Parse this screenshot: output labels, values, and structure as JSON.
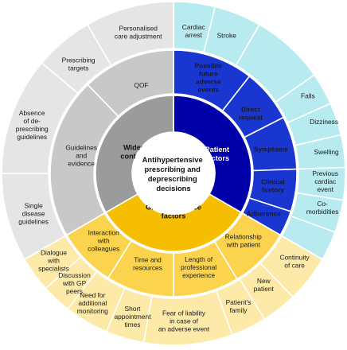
{
  "center": {
    "lines": [
      "Antihypertensive",
      "prescribing and",
      "deprescribing",
      "decisions"
    ]
  },
  "colors": {
    "blue_dark": "#0000a8",
    "blue": "#1a36d0",
    "blue_light": "#b7ebf0",
    "blue_outer": "#d4f4f7",
    "gray_dark": "#9b9b9b",
    "gray": "#c8c8c8",
    "gray_light": "#e5e5e5",
    "yellow_dark": "#f5be00",
    "yellow": "#fbd34d",
    "yellow_light": "#fde9a8"
  },
  "categories": [
    {
      "id": "patient",
      "lines": [
        "Patient",
        "factors"
      ],
      "factors": [
        {
          "lines": [
            "Possible",
            "future",
            "adverse",
            "events"
          ],
          "details": [
            {
              "lines": [
                "Cardiac",
                "arrest"
              ]
            },
            {
              "lines": [
                "Stroke"
              ]
            }
          ]
        },
        {
          "lines": [
            "Direct",
            "request"
          ],
          "details": []
        },
        {
          "lines": [
            "Symptoms"
          ],
          "details": [
            {
              "lines": [
                "Falls"
              ]
            },
            {
              "lines": [
                "Dizziness"
              ]
            },
            {
              "lines": [
                "Swelling"
              ]
            }
          ]
        },
        {
          "lines": [
            "Clinical",
            "history"
          ],
          "details": [
            {
              "lines": [
                "Previous",
                "cardiac",
                "event"
              ]
            },
            {
              "lines": [
                "Co-",
                "morbidities"
              ]
            }
          ]
        },
        {
          "lines": [
            "Adherence"
          ],
          "details": []
        }
      ]
    },
    {
      "id": "gp",
      "lines": [
        "GP and practice",
        "factors"
      ],
      "factors": [
        {
          "lines": [
            "Relationship",
            "with patient"
          ],
          "details": [
            {
              "lines": [
                "Continuity",
                "of care"
              ]
            },
            {
              "lines": [
                "New",
                "patient"
              ]
            },
            {
              "lines": [
                "Patient's",
                "family"
              ]
            }
          ]
        },
        {
          "lines": [
            "Length of",
            "professional",
            "experience"
          ],
          "details": [
            {
              "lines": [
                "Fear of liability",
                "in case of",
                "an adverse event"
              ]
            }
          ]
        },
        {
          "lines": [
            "Time and",
            "resources"
          ],
          "details": [
            {
              "lines": [
                "Short",
                "appointment",
                "times"
              ]
            },
            {
              "lines": [
                "Need for",
                "additional",
                "monitoring"
              ]
            }
          ]
        },
        {
          "lines": [
            "Interaction",
            "with",
            "colleagues"
          ],
          "details": [
            {
              "lines": [
                "Discussion",
                "with GP",
                "peers"
              ]
            },
            {
              "lines": [
                "Dialogue",
                "with",
                "specialists"
              ]
            }
          ]
        }
      ]
    },
    {
      "id": "wider",
      "lines": [
        "Wider",
        "context"
      ],
      "factors": [
        {
          "lines": [
            "Guidelines",
            "and",
            "evidence"
          ],
          "details": [
            {
              "lines": [
                "Single",
                "disease",
                "guidelines"
              ]
            },
            {
              "lines": [
                "Absence",
                "of de-",
                "prescribing",
                "guidelines"
              ]
            }
          ]
        },
        {
          "lines": [
            "QOF"
          ],
          "details": [
            {
              "lines": [
                "Prescribing",
                "targets"
              ]
            },
            {
              "lines": [
                "Personalised",
                "care adjustment"
              ]
            }
          ]
        }
      ]
    }
  ]
}
